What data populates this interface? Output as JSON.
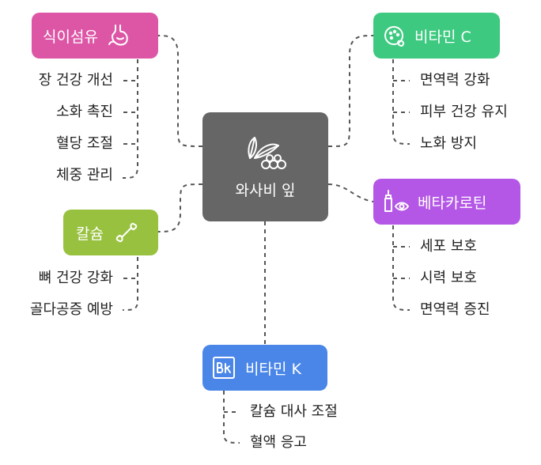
{
  "center": {
    "label": "와사비 잎",
    "color": "#666666"
  },
  "branches": {
    "fiber": {
      "label": "식이섬유",
      "color": "#dd56a6",
      "icon": "stomach-icon",
      "items": [
        "장 건강 개선",
        "소화 촉진",
        "혈당 조절",
        "체중 관리"
      ]
    },
    "calcium": {
      "label": "칼슘",
      "color": "#97c13e",
      "icon": "bone-icon",
      "items": [
        "뼈 건강 강화",
        "골다공증 예방"
      ]
    },
    "vitc": {
      "label": "비타민 C",
      "color": "#3ec980",
      "icon": "fruit-icon",
      "items": [
        "면역력 강화",
        "피부 건강 유지",
        "노화 방지"
      ]
    },
    "carotene": {
      "label": "베타카로틴",
      "color": "#b457e6",
      "icon": "eye-drops-icon",
      "items": [
        "세포 보호",
        "시력 보호",
        "면역력 증진"
      ]
    },
    "vitk": {
      "label": "비타민 K",
      "color": "#4a86e8",
      "icon": "bk-element-icon",
      "items": [
        "칼슘 대사 조절",
        "혈액 응고"
      ]
    }
  }
}
